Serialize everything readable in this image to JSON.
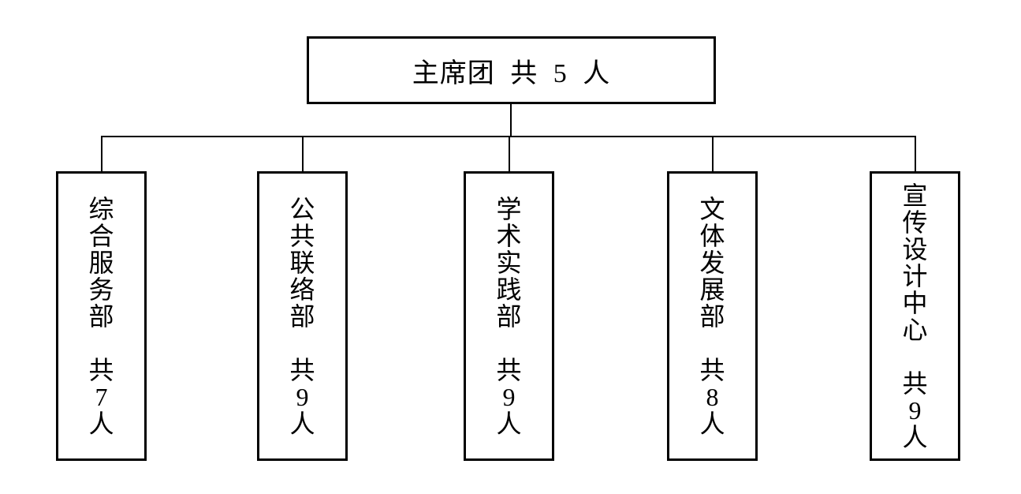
{
  "org_chart": {
    "colors": {
      "line": "#000000",
      "text": "#000000",
      "background": "#ffffff"
    },
    "root_node": {
      "display_text": "主席团 共 5 人",
      "name": "主席团",
      "total_members": 5
    },
    "departments": [
      {
        "name": "综合服务部",
        "total_members": 7,
        "vtext": "综合服务部 共7人"
      },
      {
        "name": "公共联络部",
        "total_members": 9,
        "vtext": "公共联络部 共9人"
      },
      {
        "name": "学术实践部",
        "total_members": 9,
        "vtext": "学术实践部 共9人"
      },
      {
        "name": "文体发展部",
        "total_members": 8,
        "vtext": "文体发展部 共8人"
      },
      {
        "name": "宣传设计中心",
        "total_members": 9,
        "vtext": "宣传设计中心 共9人"
      }
    ]
  }
}
